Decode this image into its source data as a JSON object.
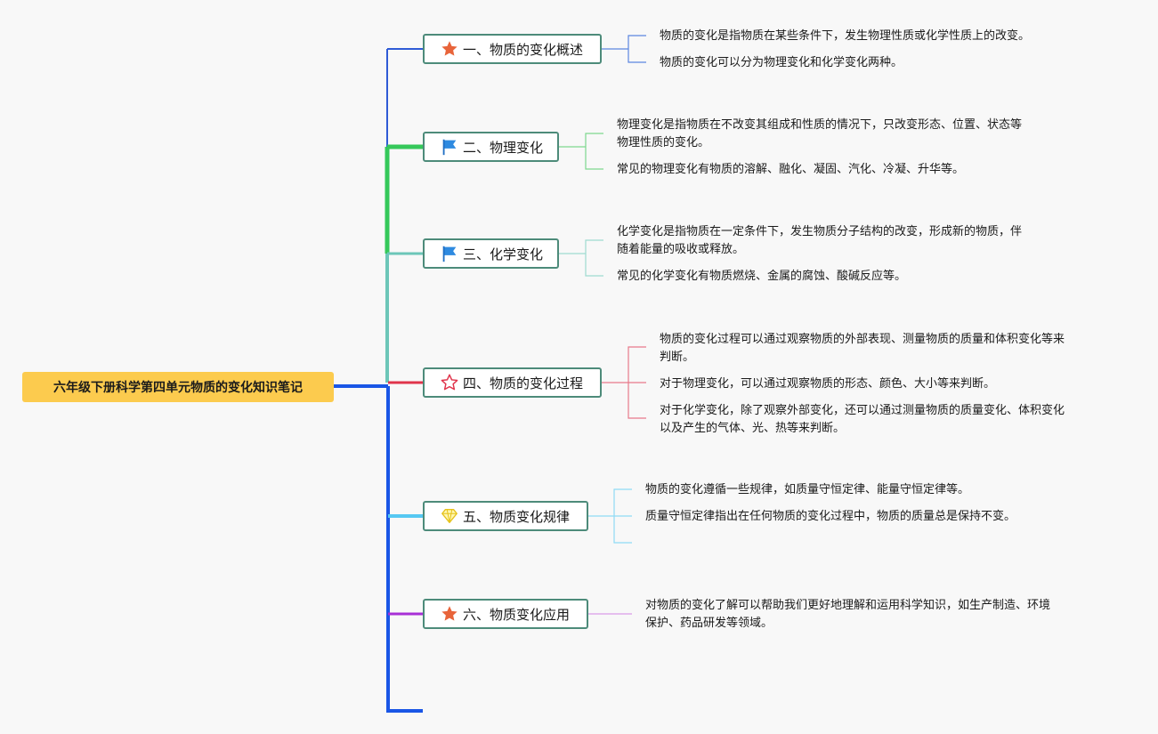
{
  "root": {
    "title": "六年级下册科学第四单元物质的变化知识笔记"
  },
  "topics": [
    {
      "label": "一、物质的变化概述",
      "icon": "star-orange-icon",
      "color": "#2f5bd6",
      "notes": [
        [
          "物质的变化是指物质在某些条件下，发生物理性质或化学性质上的改变。"
        ],
        [
          "物质的变化可以分为物理变化和化学变化两种。"
        ]
      ]
    },
    {
      "label": "二、物理变化",
      "icon": "flag-blue-icon",
      "color": "#35c85a",
      "notes": [
        [
          "物理变化是指物质在不改变其组成和性质的情况下，只改变形态、位置、状态等",
          "物理性质的变化。"
        ],
        [
          "常见的物理变化有物质的溶解、融化、凝固、汽化、冷凝、升华等。"
        ]
      ]
    },
    {
      "label": "三、化学变化",
      "icon": "flag-blue-icon",
      "color": "#6cc6b8",
      "notes": [
        [
          "化学变化是指物质在一定条件下，发生物质分子结构的改变，形成新的物质，伴",
          "随着能量的吸收或释放。"
        ],
        [
          "常见的化学变化有物质燃烧、金属的腐蚀、酸碱反应等。"
        ]
      ]
    },
    {
      "label": "四、物质的变化过程",
      "icon": "star-outline-red-icon",
      "color": "#e0344b",
      "notes": [
        [
          "物质的变化过程可以通过观察物质的外部表现、测量物质的质量和体积变化等来",
          "判断。"
        ],
        [
          "对于物理变化，可以通过观察物质的形态、颜色、大小等来判断。"
        ],
        [
          "对于化学变化，除了观察外部变化，还可以通过测量物质的质量变化、体积变化",
          "以及产生的气体、光、热等来判断。"
        ]
      ]
    },
    {
      "label": "五、物质变化规律",
      "icon": "diamond-yellow-icon",
      "color": "#56c8f2",
      "notes": [
        [
          "物质的变化遵循一些规律，如质量守恒定律、能量守恒定律等。"
        ],
        [
          "质量守恒定律指出在任何物质的变化过程中，物质的质量总是保持不变。"
        ]
      ]
    },
    {
      "label": "六、物质变化应用",
      "icon": "star-orange-icon",
      "color": "#a82fd6",
      "notes": [
        [
          "对物质的变化了解可以帮助我们更好地理解和运用科学知识，如生产制造、环境",
          "保护、药品研发等领域。"
        ]
      ]
    }
  ]
}
